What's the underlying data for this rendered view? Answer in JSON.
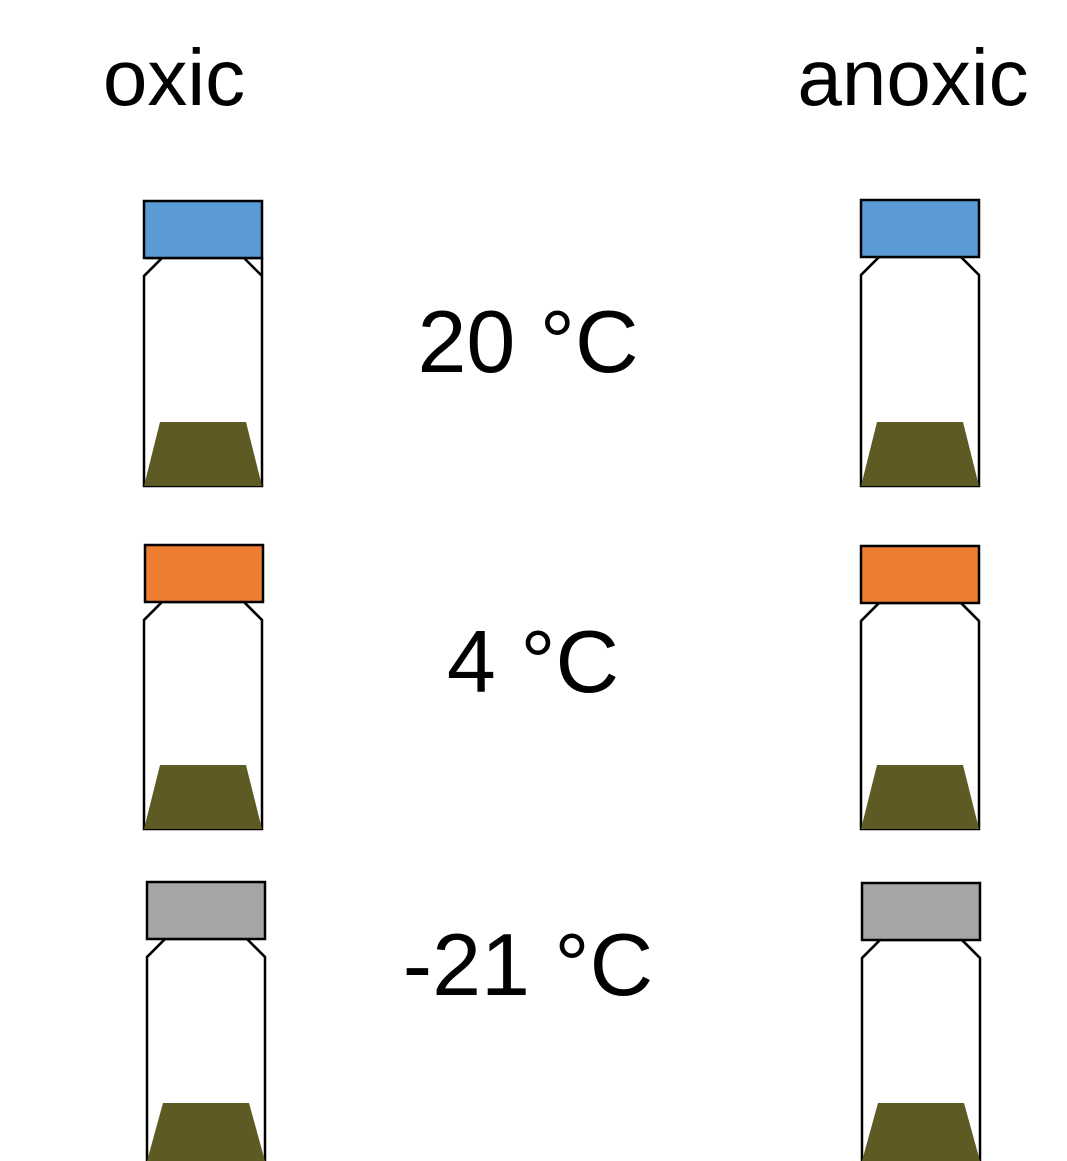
{
  "columns": [
    {
      "label": "oxic"
    },
    {
      "label": "anoxic"
    }
  ],
  "rows": [
    {
      "temperature": "20 °C",
      "cap_color": "#5b9bd5"
    },
    {
      "temperature": "4 °C",
      "cap_color": "#ed7d31"
    },
    {
      "temperature": "-21 °C",
      "cap_color": "#a5a5a5"
    }
  ],
  "colors": {
    "sediment": "#5e5a23",
    "outline": "#000000",
    "vial_body": "#ffffff",
    "background": "#ffffff"
  }
}
